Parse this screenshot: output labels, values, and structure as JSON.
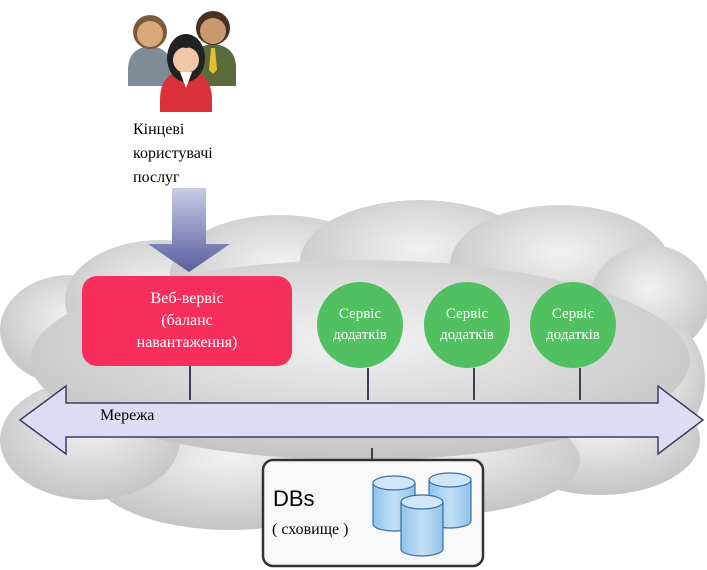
{
  "users": {
    "label_lines": [
      "Кінцеві",
      "користувачі",
      "послуг"
    ]
  },
  "web_server": {
    "label_lines": [
      "Веб-вервіс",
      "(баланс",
      "навантаження)"
    ]
  },
  "services": [
    {
      "label_lines": [
        "Сервіс",
        "додатків"
      ]
    },
    {
      "label_lines": [
        "Сервіс",
        "додатків"
      ]
    },
    {
      "label_lines": [
        "Сервіс",
        "додатків"
      ]
    }
  ],
  "network": {
    "label": "Мережа"
  },
  "storage": {
    "title": "DBs",
    "subtitle": "( сховище )"
  },
  "colors": {
    "web_server": "#f52e5c",
    "service": "#50c060",
    "network_arrow": "#dcdcf2",
    "arrow_down": "#5a5e9e",
    "db_cylinder": "#a9d0ef",
    "cloud": "#d3d3d3"
  }
}
